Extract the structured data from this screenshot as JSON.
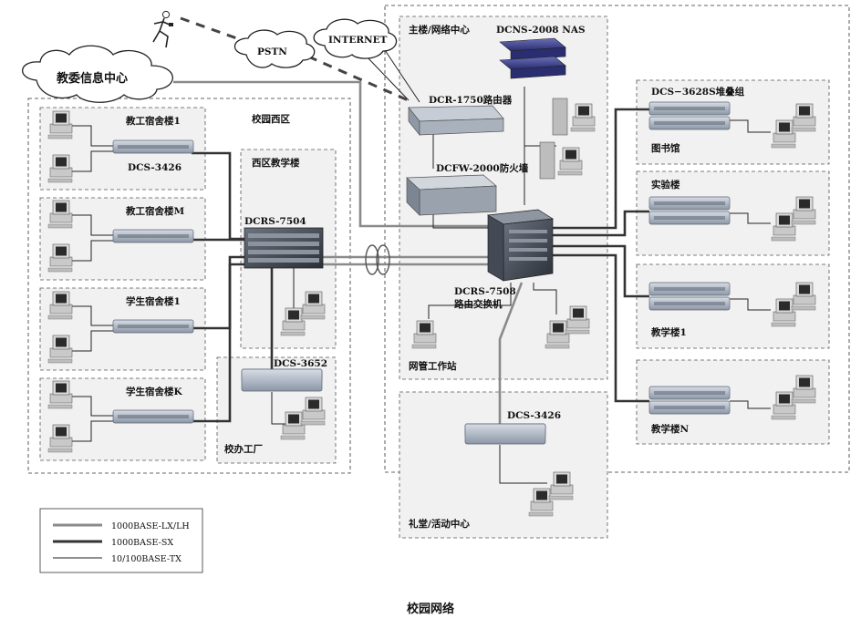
{
  "clouds": {
    "pstn": "PSTN",
    "internet": "INTERNET",
    "edu_center": "教委信息中心"
  },
  "zones": {
    "west_campus": "校园西区",
    "west_teaching": "西区教学楼",
    "main_building": "主楼/网络中心",
    "auditorium": "礼堂/活动中心",
    "school_factory": "校办工厂"
  },
  "buildings": {
    "staff_dorm_1": "教工宿舍楼1",
    "staff_dorm_m": "教工宿舍楼M",
    "student_dorm_1": "学生宿舍楼1",
    "student_dorm_k": "学生宿舍楼K",
    "library": "图书馆",
    "lab": "实验楼",
    "teaching_1": "教学楼1",
    "teaching_n": "教学楼N"
  },
  "devices": {
    "dcs3426_west": "DCS-3426",
    "dcrs7504": "DCRS-7504",
    "dcs3652": "DCS-3652",
    "dcr1750": "DCR-1750路由器",
    "dcfw2000": "DCFW-2000防火墙",
    "dcns2008": "DCNS-2008 NAS",
    "dcrs7508_line1": "DCRS-7508",
    "dcrs7508_line2": "路由交换机",
    "nms": "网管工作站",
    "dcs3426_aud": "DCS-3426",
    "dcs3628s": "DCS−3628S堆叠组"
  },
  "legend": [
    {
      "label": "1000BASE-LX/LH",
      "color": "#8a8a8a"
    },
    {
      "label": "1000BASE-SX",
      "color": "#333333"
    },
    {
      "label": "10/100BASE-TX",
      "color": "#222222"
    }
  ],
  "caption": "校园网络"
}
